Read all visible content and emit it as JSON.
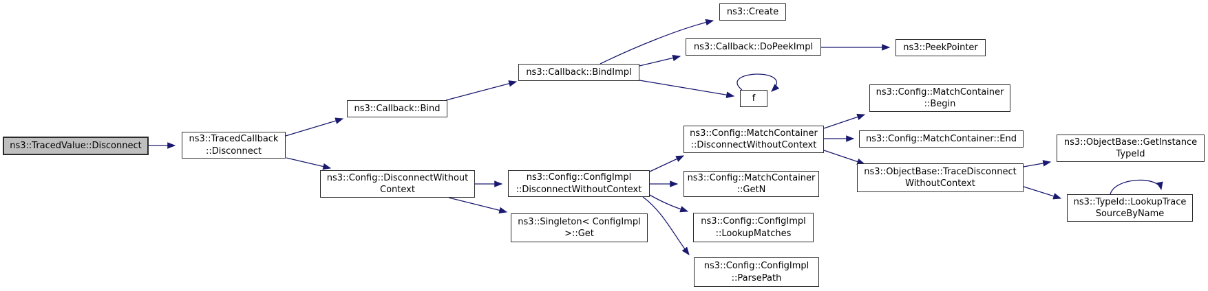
{
  "diagram": {
    "kind": "doxygen-call-graph",
    "colors": {
      "edge": "#191970",
      "node_fill": "#ffffff",
      "node_border": "#2b2b2b",
      "highlight_node_fill": "#bfbfbf",
      "text": "#000000"
    },
    "nodes": [
      {
        "id": "ns3-tracedvalue-disconnect",
        "label": "ns3::TracedValue::Disconnect",
        "highlight": true
      },
      {
        "id": "ns3-tracedcallback-disconnect",
        "label": "ns3::TracedCallback\n::Disconnect"
      },
      {
        "id": "ns3-callback-bind",
        "label": "ns3::Callback::Bind"
      },
      {
        "id": "ns3-callback-bindimpl",
        "label": "ns3::Callback::BindImpl"
      },
      {
        "id": "ns3-create",
        "label": "ns3::Create"
      },
      {
        "id": "ns3-callback-dopeekimpl",
        "label": "ns3::Callback::DoPeekImpl"
      },
      {
        "id": "ns3-peekpointer",
        "label": "ns3::PeekPointer"
      },
      {
        "id": "f",
        "label": "f"
      },
      {
        "id": "ns3-config-matchcontainer-begin",
        "label": "ns3::Config::MatchContainer\n::Begin"
      },
      {
        "id": "ns3-config-matchcontainer-disconnectwithoutcontext",
        "label": "ns3::Config::MatchContainer\n::DisconnectWithoutContext"
      },
      {
        "id": "ns3-config-matchcontainer-end",
        "label": "ns3::Config::MatchContainer::End"
      },
      {
        "id": "ns3-objectbase-getinstancetypeid",
        "label": "ns3::ObjectBase::GetInstance\nTypeId"
      },
      {
        "id": "ns3-objectbase-tracedisconnectwithoutcontext",
        "label": "ns3::ObjectBase::TraceDisconnect\nWithoutContext"
      },
      {
        "id": "ns3-typeid-lookuptracesourcebyname",
        "label": "ns3::TypeId::LookupTrace\nSourceByName"
      },
      {
        "id": "ns3-config-disconnectwithoutcontext",
        "label": "ns3::Config::DisconnectWithout\nContext"
      },
      {
        "id": "ns3-config-configimpl-disconnectwithoutcontext",
        "label": "ns3::Config::ConfigImpl\n::DisconnectWithoutContext"
      },
      {
        "id": "ns3-singleton-configimpl-get",
        "label": "ns3::Singleton< ConfigImpl\n>::Get"
      },
      {
        "id": "ns3-config-matchcontainer-getn",
        "label": "ns3::Config::MatchContainer\n::GetN"
      },
      {
        "id": "ns3-config-configimpl-lookupmatches",
        "label": "ns3::Config::ConfigImpl\n::LookupMatches"
      },
      {
        "id": "ns3-config-configimpl-parsepath",
        "label": "ns3::Config::ConfigImpl\n::ParsePath"
      }
    ],
    "edges": [
      {
        "from": "ns3::TracedValue::Disconnect",
        "to": "ns3::TracedCallback::Disconnect"
      },
      {
        "from": "ns3::TracedCallback::Disconnect",
        "to": "ns3::Callback::Bind"
      },
      {
        "from": "ns3::TracedCallback::Disconnect",
        "to": "ns3::Config::DisconnectWithoutContext"
      },
      {
        "from": "ns3::Callback::Bind",
        "to": "ns3::Callback::BindImpl"
      },
      {
        "from": "ns3::Callback::BindImpl",
        "to": "ns3::Create"
      },
      {
        "from": "ns3::Callback::BindImpl",
        "to": "ns3::Callback::DoPeekImpl"
      },
      {
        "from": "ns3::Callback::BindImpl",
        "to": "f"
      },
      {
        "from": "f",
        "to": "f"
      },
      {
        "from": "ns3::Callback::DoPeekImpl",
        "to": "ns3::PeekPointer"
      },
      {
        "from": "ns3::Config::DisconnectWithoutContext",
        "to": "ns3::Config::ConfigImpl::DisconnectWithoutContext"
      },
      {
        "from": "ns3::Config::DisconnectWithoutContext",
        "to": "ns3::Singleton< ConfigImpl >::Get"
      },
      {
        "from": "ns3::Config::ConfigImpl::DisconnectWithoutContext",
        "to": "ns3::Config::MatchContainer::DisconnectWithoutContext"
      },
      {
        "from": "ns3::Config::ConfigImpl::DisconnectWithoutContext",
        "to": "ns3::Config::MatchContainer::GetN"
      },
      {
        "from": "ns3::Config::ConfigImpl::DisconnectWithoutContext",
        "to": "ns3::Config::ConfigImpl::LookupMatches"
      },
      {
        "from": "ns3::Config::ConfigImpl::DisconnectWithoutContext",
        "to": "ns3::Config::ConfigImpl::ParsePath"
      },
      {
        "from": "ns3::Config::MatchContainer::DisconnectWithoutContext",
        "to": "ns3::Config::MatchContainer::Begin"
      },
      {
        "from": "ns3::Config::MatchContainer::DisconnectWithoutContext",
        "to": "ns3::Config::MatchContainer::End"
      },
      {
        "from": "ns3::Config::MatchContainer::DisconnectWithoutContext",
        "to": "ns3::ObjectBase::TraceDisconnectWithoutContext"
      },
      {
        "from": "ns3::ObjectBase::TraceDisconnectWithoutContext",
        "to": "ns3::ObjectBase::GetInstanceTypeId"
      },
      {
        "from": "ns3::ObjectBase::TraceDisconnectWithoutContext",
        "to": "ns3::TypeId::LookupTraceSourceByName"
      },
      {
        "from": "ns3::TypeId::LookupTraceSourceByName",
        "to": "ns3::TypeId::LookupTraceSourceByName"
      }
    ]
  }
}
